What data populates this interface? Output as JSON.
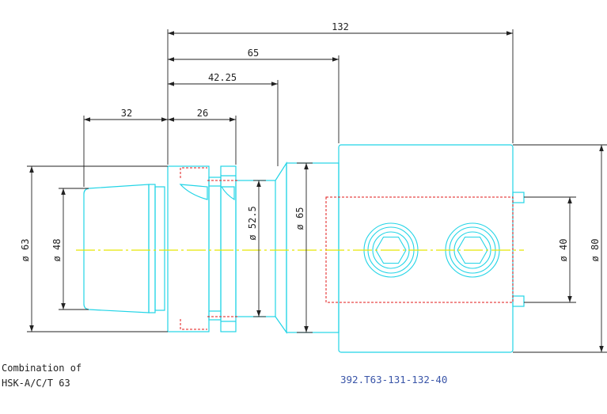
{
  "colors": {
    "outline": "#22d4e6",
    "centerline": "#e8e800",
    "hidden": "#e01818",
    "dimension": "#222222",
    "part_number": "#3a55a8",
    "background": "#ffffff"
  },
  "dimensions": {
    "overall_length": "132",
    "length_65": "65",
    "length_42_25": "42.25",
    "length_32": "32",
    "length_26": "26",
    "dia_63": "ø 63",
    "dia_48": "ø 48",
    "dia_52_5": "ø 52.5",
    "dia_65": "ø 65",
    "dia_40": "ø 40",
    "dia_80": "ø 80"
  },
  "notes": {
    "line1": "Combination of",
    "line2": "HSK-A/C/T 63"
  },
  "part_number": "392.T63-131-132-40",
  "icons": {
    "screw_left": "socket-head-screw-icon",
    "screw_right": "socket-head-screw-icon"
  }
}
